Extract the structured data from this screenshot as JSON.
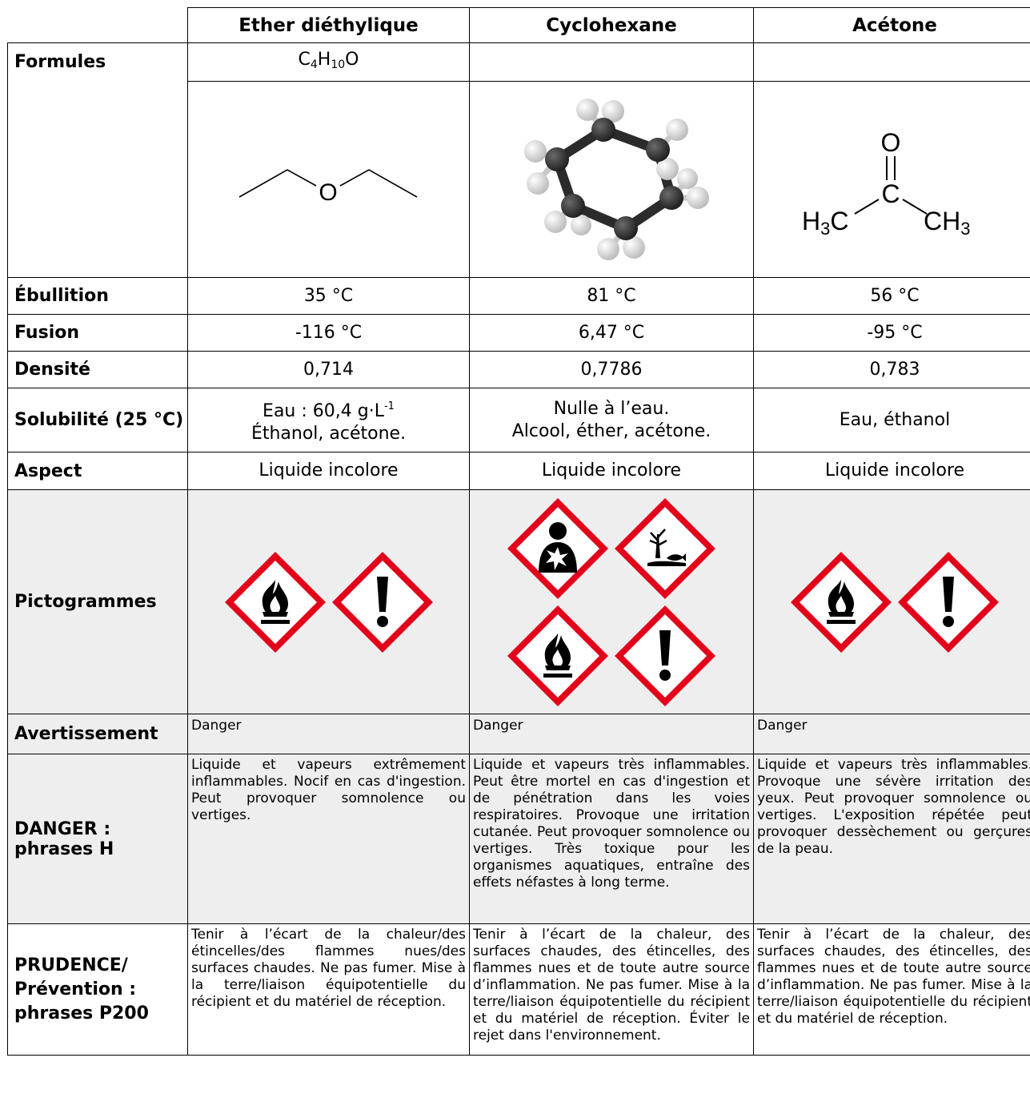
{
  "columns": [
    "Ether diéthylique",
    "Cyclohexane",
    "Acétone"
  ],
  "rows": {
    "formules": "Formules",
    "ebullition": "Ébullition",
    "fusion": "Fusion",
    "densite": "Densité",
    "solubilite": "Solubilité (25 °C)",
    "aspect": "Aspect",
    "pictogrammes": "Pictogrammes",
    "avertissement": "Avertissement",
    "danger_line1": "DANGER :",
    "danger_line2": "phrases H",
    "prudence_line1": "PRUDENCE/",
    "prudence_line2": "Prévention :",
    "prudence_line3": "phrases P200"
  },
  "ether": {
    "formula": {
      "c": "C",
      "c_sub": "4",
      "h": "H",
      "h_sub": "10",
      "o": "O"
    },
    "structure_atom": "O",
    "ebullition": "35 °C",
    "fusion": "-116 °C",
    "densite": "0,714",
    "solubilite_line1_pre": "Eau : 60,4 g·L",
    "solubilite_line1_sup": "-1",
    "solubilite_line2": "Éthanol, acétone.",
    "aspect": "Liquide incolore",
    "pictograms": [
      "flame-icon",
      "exclamation-icon"
    ],
    "avertissement": "Danger",
    "phrases_h": "Liquide et vapeurs extrêmement inflammables. Nocif en cas d'ingestion. Peut provoquer somnolence ou vertiges.",
    "phrases_p": "Tenir à l’écart de la chaleur/des étincelles/des flammes nues/des surfaces chaudes. Ne pas fumer. Mise à la terre/liaison équipotentielle du récipient et du matériel de réception."
  },
  "cyclohexane": {
    "ebullition": "81 °C",
    "fusion": "6,47 °C",
    "densite": "0,7786",
    "solubilite_line1": "Nulle à l’eau.",
    "solubilite_line2": "Alcool, éther, acétone.",
    "aspect": "Liquide incolore",
    "pictograms": [
      "health-hazard-icon",
      "environment-icon",
      "flame-icon",
      "exclamation-icon"
    ],
    "avertissement": "Danger",
    "phrases_h": "Liquide et vapeurs très inflammables. Peut être mortel en cas d'ingestion et de pénétration dans les voies respiratoires. Provoque une irritation cutanée. Peut provoquer somnolence ou vertiges. Très toxique pour les organismes aquatiques, entraîne des effets néfastes à long terme.",
    "phrases_p": "Tenir à l’écart de la chaleur, des surfaces chaudes, des étincelles, des flammes nues et de toute autre source d’inflammation. Ne pas fumer. Mise à la terre/liaison équipotentielle du récipient et du matériel de réception. Éviter le rejet dans l'environnement."
  },
  "acetone": {
    "structure": {
      "o": "O",
      "c": "C",
      "left": "H",
      "left_sub": "3",
      "left_c": "C",
      "right_c": "CH",
      "right_sub": "3"
    },
    "ebullition": "56 °C",
    "fusion": "-95 °C",
    "densite": "0,783",
    "solubilite": "Eau, éthanol",
    "aspect": "Liquide incolore",
    "pictograms": [
      "flame-icon",
      "exclamation-icon"
    ],
    "avertissement": "Danger",
    "phrases_h": "Liquide et vapeurs très inflammables. Provoque une sévère irritation des yeux. Peut provoquer somnolence ou vertiges. L'exposition répétée peut provoquer dessèchement ou gerçures de la peau.",
    "phrases_p": "Tenir à l’écart de la chaleur, des surfaces chaudes, des étincelles, des flammes nues et de toute autre source d’inflammation. Ne pas fumer. Mise à la terre/liaison équipotentielle du récipient et du matériel de réception."
  },
  "colors": {
    "ghs_red": "#e2001a",
    "row_grey": "#eeeeee",
    "atom_carbon": "#2b2b2b",
    "atom_hydrogen": "#f2f2f2"
  }
}
